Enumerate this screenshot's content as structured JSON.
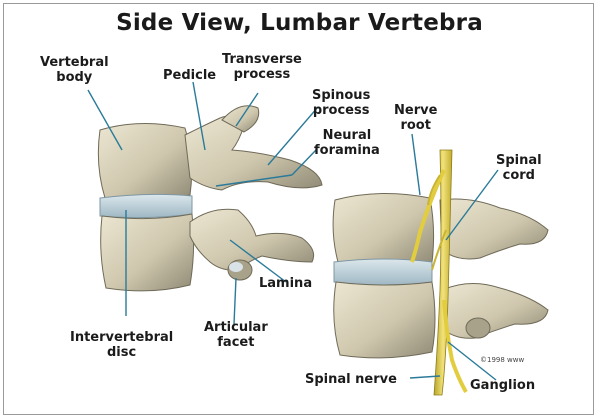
{
  "title": "Side View, Lumbar Vertebra",
  "labels": {
    "vertebral_body": [
      "Vertebral",
      "body"
    ],
    "pedicle": "Pedicle",
    "transverse_process": [
      "Transverse",
      "process"
    ],
    "spinous_process": [
      "Spinous",
      "process"
    ],
    "neural_foramina": [
      "Neural",
      "foramina"
    ],
    "lamina": "Lamina",
    "intervertebral_disc": [
      "Intervertebral",
      "disc"
    ],
    "articular_facet": [
      "Articular",
      "facet"
    ],
    "nerve_root": [
      "Nerve",
      "root"
    ],
    "spinal_cord": [
      "Spinal",
      "cord"
    ],
    "spinal_nerve": "Spinal nerve",
    "ganglion": "Ganglion"
  },
  "copyright": "©1998 www",
  "colors": {
    "bone": "#d8d0b8",
    "bone_shadow": "#8f8a76",
    "disc": "#b9cdd6",
    "nerve": "#e6d24a",
    "leader": "#2a7a9a"
  }
}
